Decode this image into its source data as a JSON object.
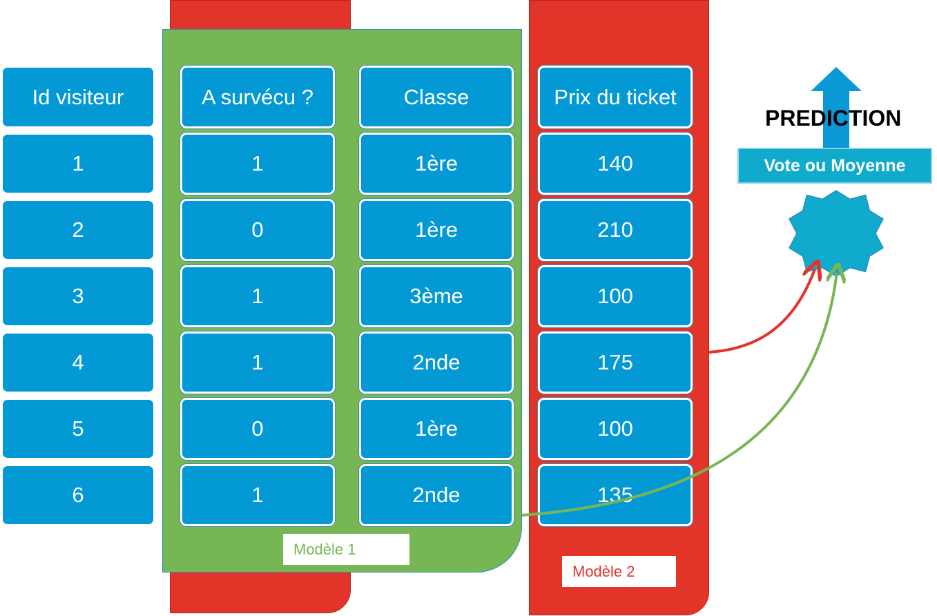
{
  "columns": {
    "id": {
      "header": "Id visiteur",
      "values": [
        "1",
        "2",
        "3",
        "4",
        "5",
        "6"
      ]
    },
    "survived": {
      "header": "A survécu ?",
      "values": [
        "1",
        "0",
        "1",
        "1",
        "0",
        "1"
      ]
    },
    "classe": {
      "header": "Classe",
      "values": [
        "1ère",
        "1ère",
        "3ème",
        "2nde",
        "1ère",
        "2nde"
      ]
    },
    "prix": {
      "header": "Prix du ticket",
      "values": [
        "140",
        "210",
        "100",
        "175",
        "100",
        "135"
      ]
    }
  },
  "models": {
    "model1_label": "Modèle 1",
    "model2_label": "Modèle 2"
  },
  "output": {
    "aggregator_label": "Vote ou Moyenne",
    "prediction_label": "PREDICTION"
  },
  "colors": {
    "cell_blue": "#0399d4",
    "model1_green": "#76b654",
    "model2_red": "#e3342a",
    "aggregator_teal": "#10aacc",
    "arrow_blue": "#0a99d6"
  },
  "icons": {
    "aggregator": "star-badge-icon",
    "output_arrow": "arrow-up-icon"
  }
}
